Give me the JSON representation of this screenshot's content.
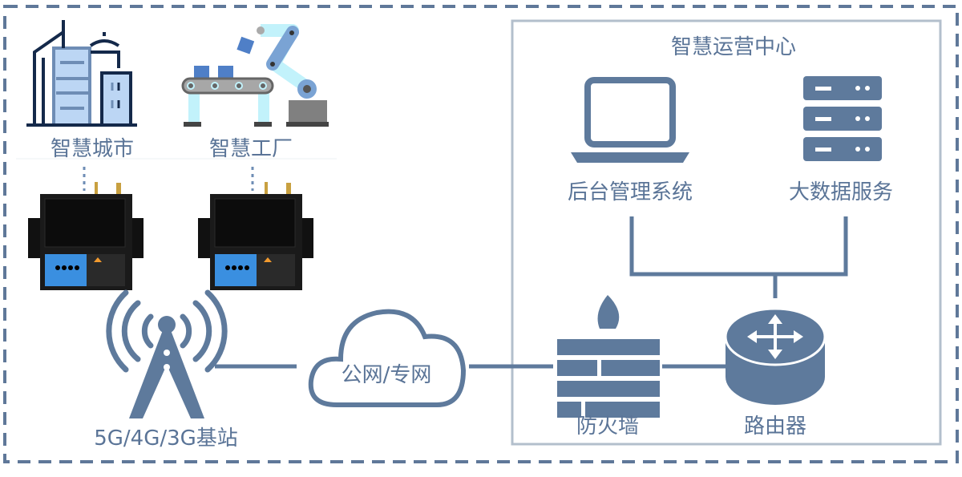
{
  "colors": {
    "primary": "#5e7a9c",
    "panel_border": "#b3bfcc",
    "dashed_border": "#5f7899"
  },
  "scenes": [
    {
      "label": "智慧城市",
      "icon": "city-buildings-icon"
    },
    {
      "label": "智慧工厂",
      "icon": "factory-robot-arm-icon"
    }
  ],
  "base_station": {
    "label": "5G/4G/3G基站",
    "icon": "cell-tower-icon"
  },
  "network": {
    "label": "公网/专网",
    "icon": "cloud-icon"
  },
  "center": {
    "title": "智慧运营中心",
    "backend": {
      "label": "后台管理系统",
      "icon": "laptop-icon"
    },
    "bigdata": {
      "label": "大数据服务",
      "icon": "server-icon"
    },
    "firewall": {
      "label": "防火墙",
      "icon": "firewall-icon"
    },
    "router": {
      "label": "路由器",
      "icon": "router-icon"
    }
  },
  "device": {
    "icon": "industrial-router-device"
  }
}
